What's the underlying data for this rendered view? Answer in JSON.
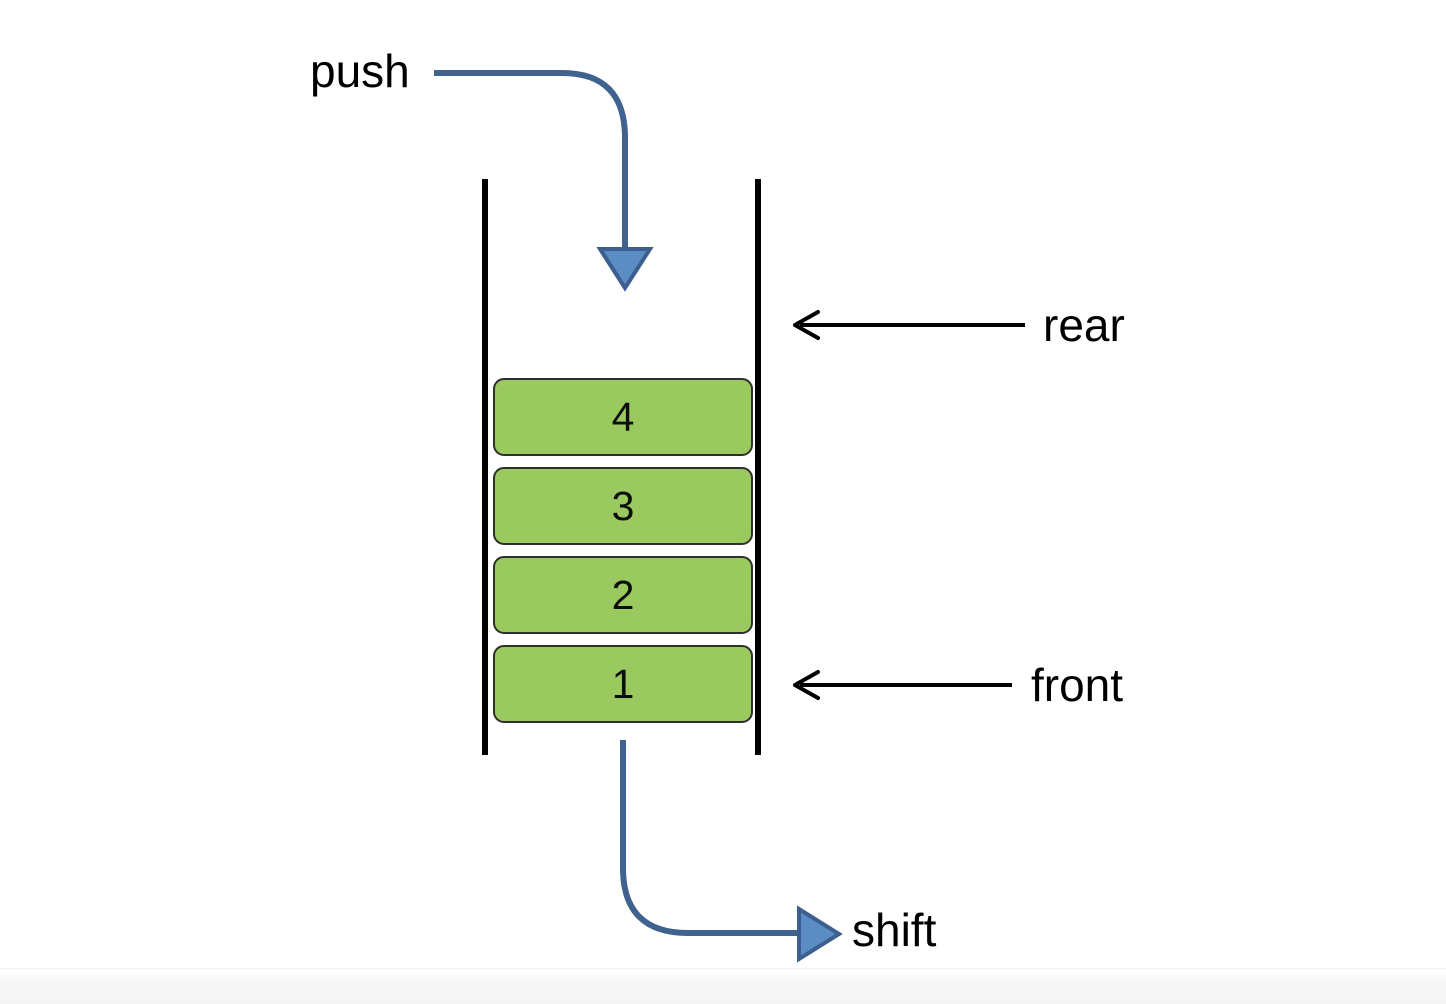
{
  "diagram": {
    "title_text": "",
    "type": "queue-data-structure",
    "colors": {
      "box_fill": "#9ACA5F",
      "box_stroke": "#2f2f2f",
      "rail_stroke": "#000000",
      "arrow_blue_fill": "#5B8CC4",
      "arrow_blue_stroke": "#3C5F8F",
      "arrow_black": "#000000",
      "background": "#FFFFFF"
    },
    "rails": {
      "left_label": "queue-left-rail",
      "right_label": "queue-right-rail"
    },
    "cells": [
      {
        "value": "4"
      },
      {
        "value": "3"
      },
      {
        "value": "2"
      },
      {
        "value": "1"
      }
    ],
    "labels": {
      "push": "push",
      "rear": "rear",
      "front": "front",
      "shift": "shift"
    }
  }
}
